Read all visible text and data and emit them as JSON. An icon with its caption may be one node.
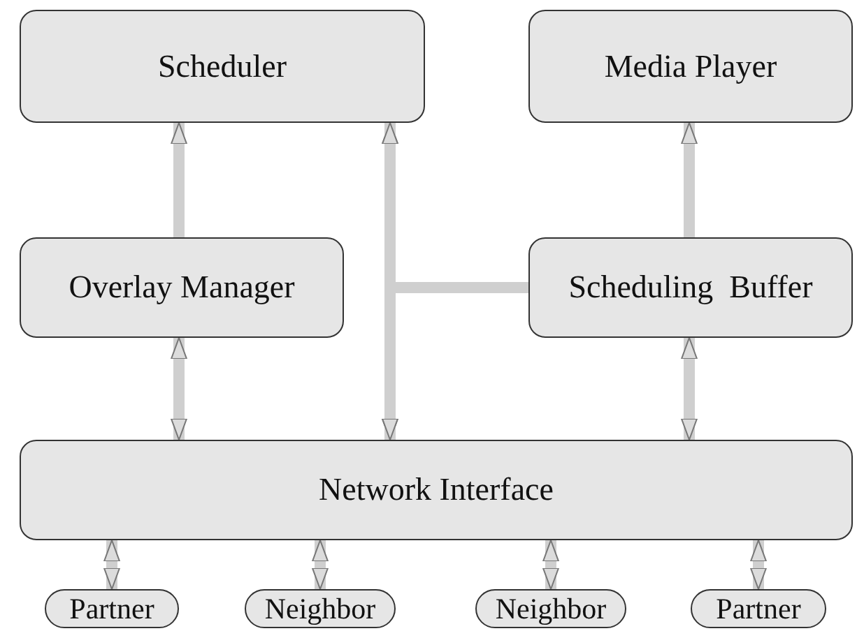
{
  "diagram": {
    "nodes": [
      {
        "text": [
          "Scheduler"
        ]
      },
      {
        "text": [
          "Media Player"
        ]
      },
      {
        "text": [
          "Overlay Manager"
        ]
      },
      {
        "text": [
          "Scheduling  Buffer"
        ]
      },
      {
        "text": [
          "Network Interface"
        ]
      },
      {
        "text": [
          "Partner"
        ]
      },
      {
        "text": [
          "Neighbor"
        ]
      },
      {
        "text": [
          "Neighbor"
        ]
      },
      {
        "text": [
          "Partner"
        ]
      }
    ],
    "edges": [
      {
        "from": 2,
        "to": 0,
        "arrow": "to"
      },
      {
        "from": 0,
        "to": 4,
        "arrow": "both"
      },
      {
        "from": 3,
        "to": 0,
        "arrow": "to"
      },
      {
        "from": 3,
        "to": 4,
        "arrow": "to"
      },
      {
        "from": 3,
        "to": 1,
        "arrow": "to"
      },
      {
        "from": 4,
        "to": 2,
        "arrow": "both"
      },
      {
        "from": 4,
        "to": 3,
        "arrow": "both"
      },
      {
        "from": 5,
        "to": 4,
        "arrow": "both"
      },
      {
        "from": 6,
        "to": 4,
        "arrow": "both"
      },
      {
        "from": 7,
        "to": 4,
        "arrow": "both"
      },
      {
        "from": 8,
        "to": 4,
        "arrow": "both"
      }
    ]
  }
}
